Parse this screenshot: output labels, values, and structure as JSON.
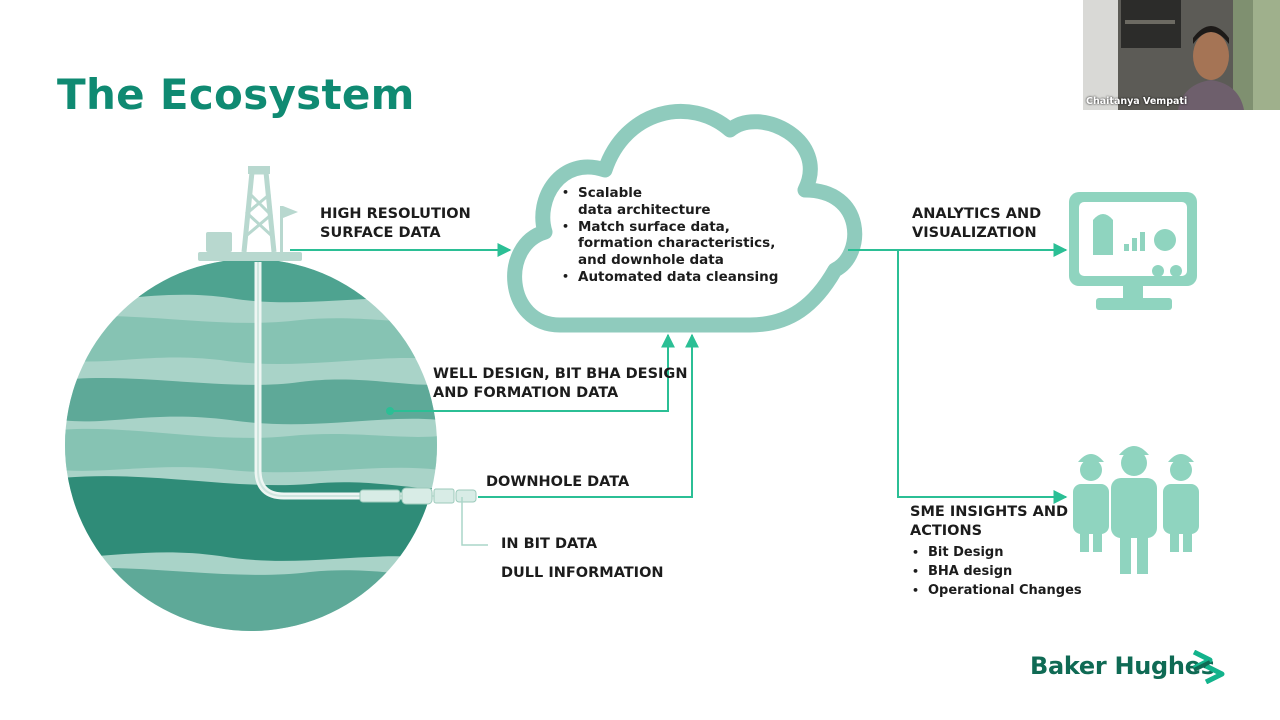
{
  "slide": {
    "title": "The Ecosystem"
  },
  "labels": {
    "surface_line1": "HIGH RESOLUTION",
    "surface_line2": "SURFACE DATA",
    "well_line1": "WELL DESIGN, BIT BHA DESIGN",
    "well_line2": "AND  FORMATION DATA",
    "downhole": "DOWNHOLE DATA",
    "in_bit": "IN BIT DATA",
    "dull": "DULL INFORMATION",
    "analytics_line1": "ANALYTICS AND",
    "analytics_line2": "VISUALIZATION",
    "sme_line1": "SME INSIGHTS AND",
    "sme_line2": "ACTIONS"
  },
  "cloud": {
    "bullets": [
      {
        "line1": "Scalable",
        "line2": "data architecture"
      },
      {
        "line1": "Match surface data,",
        "line2": "formation characteristics,",
        "line3": "and downhole data"
      },
      {
        "line1": "Automated data cleansing"
      }
    ]
  },
  "sme": {
    "items": [
      "Bit Design",
      "BHA design",
      "Operational Changes"
    ]
  },
  "webcam": {
    "name": "Chaitanya Vempati"
  },
  "brand": {
    "name": "Baker Hughes"
  },
  "colors": {
    "title": "#0f8a72",
    "accent_line": "#2bbf95",
    "cloud": "#8fcbbd",
    "earth_dark": "#2f8c78",
    "earth_light": "#a9d3c8",
    "brand": "#0f6a54"
  },
  "icons": [
    "drilling-rig-icon",
    "cloud-icon",
    "monitor-analytics-icon",
    "workers-icon",
    "drill-bit-icon",
    "brand-logo-icon"
  ]
}
